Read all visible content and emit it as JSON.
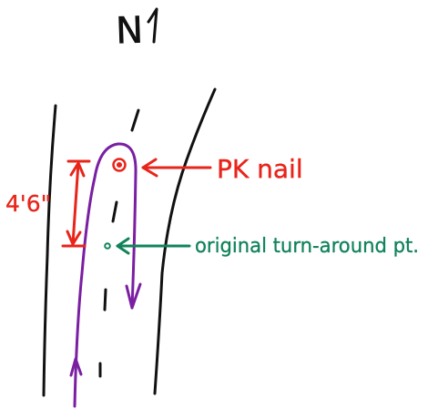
{
  "north_arrow": {
    "label": "N"
  },
  "annotations": {
    "pk_nail": "PK nail",
    "dimension": "4'6\"",
    "original_point": "original turn-around pt."
  },
  "colors": {
    "ink": "#000000",
    "red": "#e8251b",
    "green": "#11835a",
    "purple": "#7a1fa2"
  }
}
